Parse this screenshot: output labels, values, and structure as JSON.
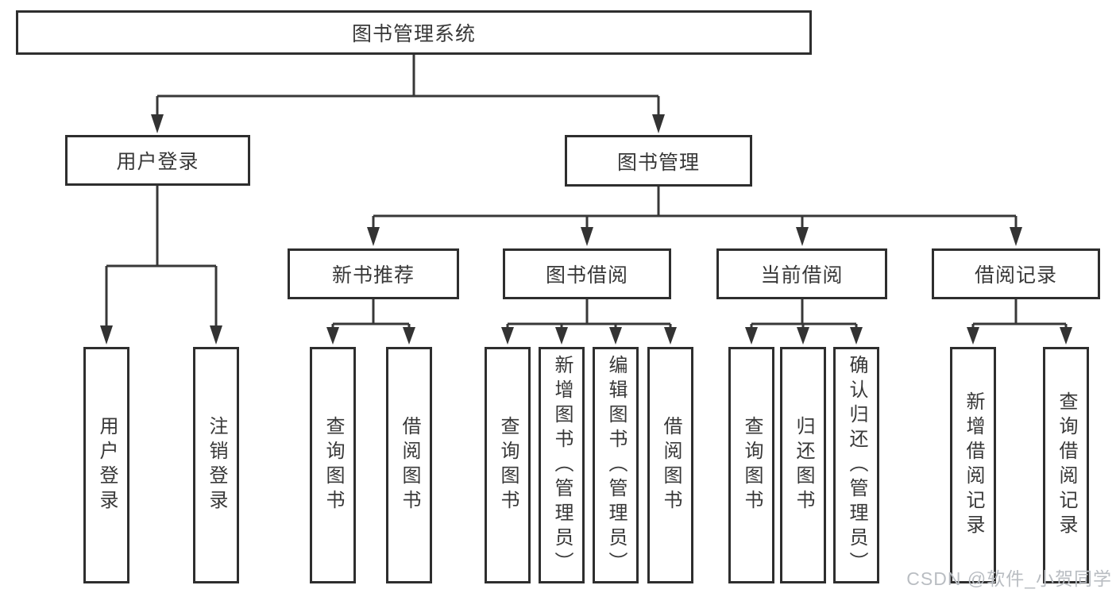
{
  "diagram": {
    "title": "图书管理系统",
    "colors": {
      "line": "#383838",
      "box_border": "#2e2e2e",
      "box_fill": "#ffffff",
      "text": "#383838",
      "watermark": "#b9bdc2"
    },
    "nodes": {
      "root": {
        "label": "图书管理系统"
      },
      "user_login": {
        "label": "用户登录"
      },
      "book_mgmt": {
        "label": "图书管理"
      },
      "new_book_rec": {
        "label": "新书推荐"
      },
      "book_borrow": {
        "label": "图书借阅"
      },
      "current_borrow": {
        "label": "当前借阅"
      },
      "borrow_record": {
        "label": "借阅记录"
      },
      "leaf_user_login": {
        "label": "用户登录"
      },
      "leaf_logout": {
        "label": "注销登录"
      },
      "leaf_query_book_a": {
        "label": "查询图书"
      },
      "leaf_borrow_book_a": {
        "label": "借阅图书"
      },
      "leaf_query_book_b": {
        "label": "查询图书"
      },
      "leaf_add_book": {
        "label": "新增图书（管理员）"
      },
      "leaf_edit_book": {
        "label": "编辑图书（管理员）"
      },
      "leaf_borrow_book_b": {
        "label": "借阅图书"
      },
      "leaf_query_book_c": {
        "label": "查询图书"
      },
      "leaf_return_book": {
        "label": "归还图书"
      },
      "leaf_confirm_return": {
        "label": "确认归还（管理员）"
      },
      "leaf_add_record": {
        "label": "新增借阅记录"
      },
      "leaf_query_record": {
        "label": "查询借阅记录"
      }
    },
    "watermark": "CSDN @软件_小贺同学"
  }
}
